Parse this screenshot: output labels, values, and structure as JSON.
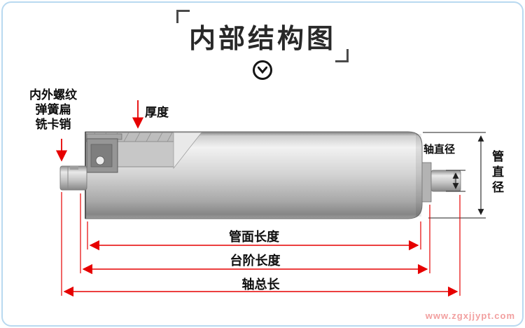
{
  "header": {
    "title": "内部结构图"
  },
  "diagram": {
    "callout": {
      "lines": [
        "内外螺纹",
        "弹簧扁",
        "铣卡销"
      ]
    },
    "labels": {
      "thickness": "厚度",
      "shaft_diameter": "轴直径",
      "tube_diameter": "管直径",
      "tube_surface_length": "管面长度",
      "step_length": "台阶长度",
      "shaft_total_length": "轴总长"
    },
    "colors": {
      "dimension_red": "#e60000",
      "dimension_black": "#1f1f1f",
      "frame_blue": "#b9d9f0",
      "roller_gray": "#c9c9c9"
    }
  },
  "watermark": {
    "text": "www.zgxjjypt.com"
  }
}
